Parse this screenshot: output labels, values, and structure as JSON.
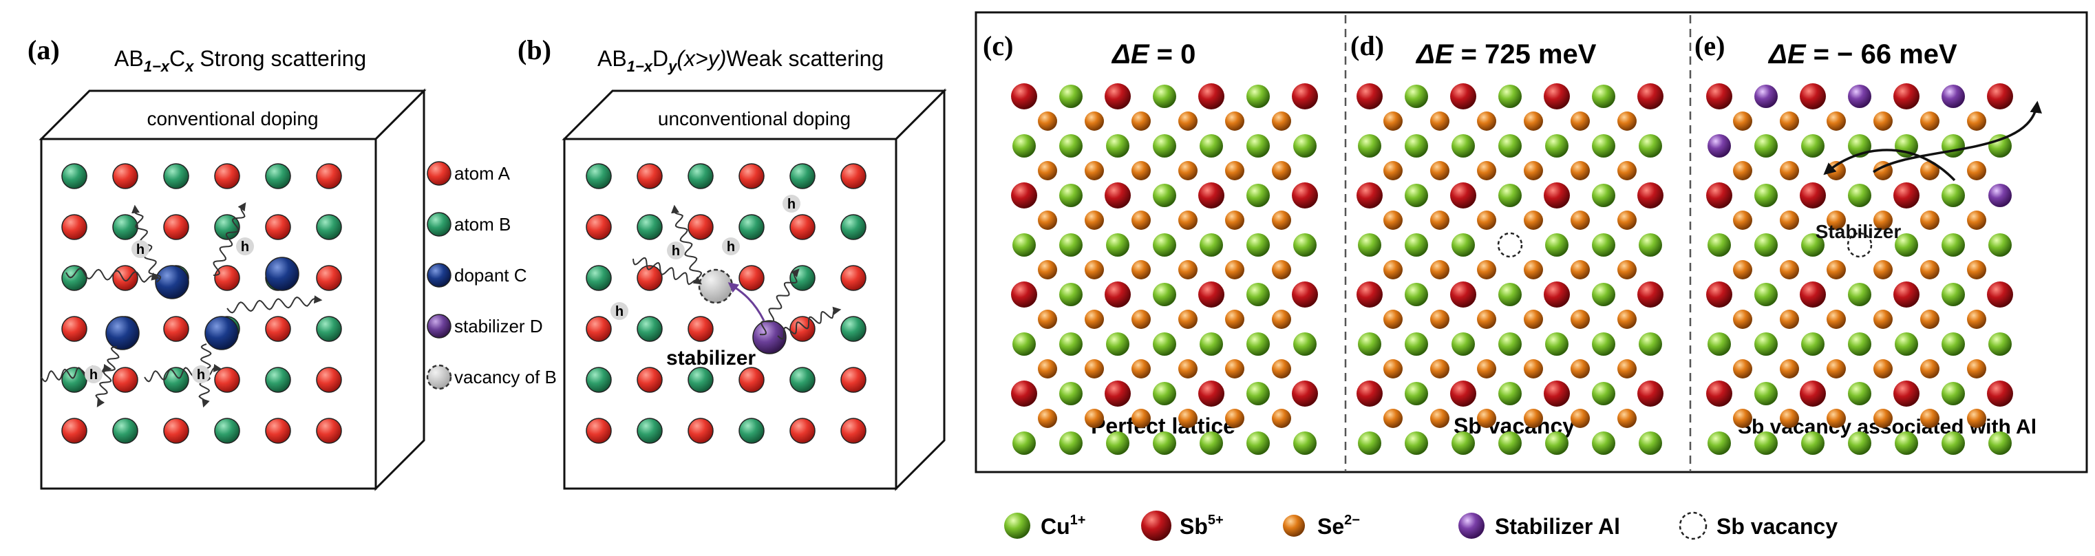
{
  "panel_a": {
    "letter": "(a)",
    "title_base": "AB",
    "title_sub": "1−x",
    "title_elem": "C",
    "title_elem_sub": "x",
    "title_desc": "Strong scattering",
    "box_label": "conventional doping",
    "phonon_label": "h"
  },
  "panel_b": {
    "letter": "(b)",
    "title_base": "AB",
    "title_sub": "1−x",
    "title_elem": "D",
    "title_elem_sub": "y",
    "title_cond": "(x>y)",
    "title_desc": "Weak scattering",
    "box_label": "unconventional doping",
    "stabilizer_label": "stabilizer",
    "phonon_label": "h"
  },
  "legend_ab": [
    {
      "label": "atom A",
      "kind": "A"
    },
    {
      "label": "atom B",
      "kind": "B"
    },
    {
      "label": "dopant C",
      "kind": "C"
    },
    {
      "label": "stabilizer D",
      "kind": "D"
    },
    {
      "label": "vacancy of B",
      "kind": "V"
    }
  ],
  "panel_c": {
    "letter": "(c)",
    "delta_prefix": "ΔE",
    "delta_value": " = 0",
    "caption": "Perfect lattice"
  },
  "panel_d": {
    "letter": "(d)",
    "delta_prefix": "ΔE",
    "delta_value": " = 725 meV",
    "caption": "Sb vacancy"
  },
  "panel_e": {
    "letter": "(e)",
    "delta_prefix": "ΔE",
    "delta_value": " = − 66 meV",
    "caption": "Sb vacancy associated with Al",
    "stabilizer_label": "Stabilizer"
  },
  "legend_cde": [
    {
      "label": "Cu",
      "sup": "1+",
      "kind": "Cu"
    },
    {
      "label": "Sb",
      "sup": "5+",
      "kind": "Sb"
    },
    {
      "label": "Se",
      "sup": "2−",
      "kind": "Se"
    },
    {
      "label": "Stabilizer Al",
      "sup": "",
      "kind": "Al"
    },
    {
      "label": "Sb vacancy",
      "sup": "",
      "kind": "Vac"
    }
  ],
  "colors": {
    "atom_A": "#e8372c",
    "atom_B": "#2e9e6a",
    "dopant_C": "#1a3a8a",
    "stabilizer_D": "#6a3f98",
    "vacancy": "#c9c9c9",
    "Cu": "#7cc22c",
    "Sb": "#c0151b",
    "Se": "#e07a16",
    "Al": "#7a3fa8"
  }
}
